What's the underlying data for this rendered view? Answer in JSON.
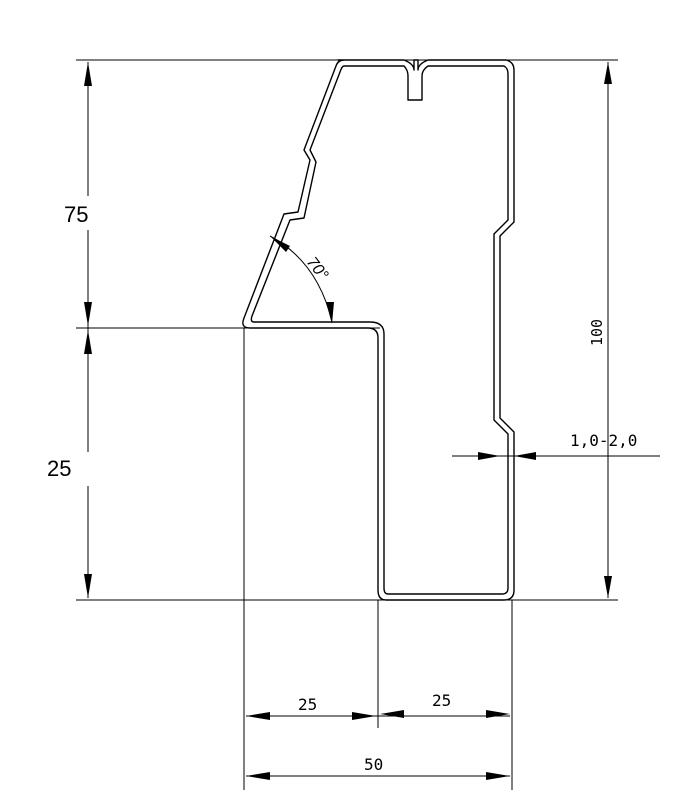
{
  "dimensions": {
    "height_upper": "75",
    "height_lower": "25",
    "height_total": "100",
    "width_left": "25",
    "width_right": "25",
    "width_total": "50",
    "angle": "70°",
    "thickness": "1,0-2,0"
  },
  "colors": {
    "line": "#000000",
    "background": "#ffffff"
  }
}
